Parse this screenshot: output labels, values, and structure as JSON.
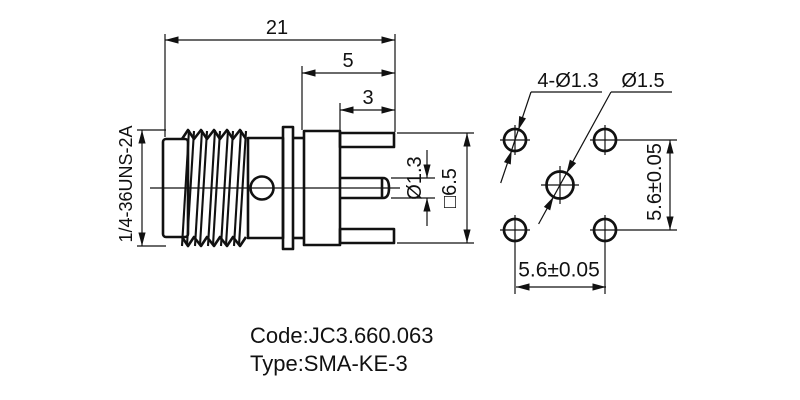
{
  "colors": {
    "ink": "#111111",
    "background": "#ffffff"
  },
  "side_view": {
    "dim_total_length": "21",
    "dim_flange_length": "5",
    "dim_leg_length": "3",
    "thread_spec": "1/4-36UNS-2A",
    "pin_diameter": "Ø1.3",
    "body_square": "□6.5"
  },
  "footprint_view": {
    "corner_holes": "4-Ø1.3",
    "center_hole": "Ø1.5",
    "vertical_pitch": "5.6±0.05",
    "horizontal_pitch": "5.6±0.05"
  },
  "caption": {
    "code": "Code:JC3.660.063",
    "type": "Type:SMA-KE-3"
  }
}
